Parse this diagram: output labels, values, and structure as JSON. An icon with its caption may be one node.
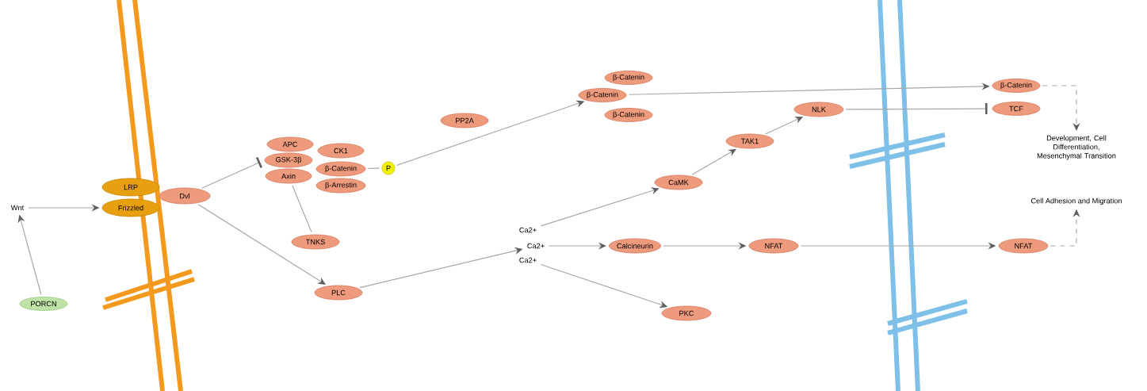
{
  "diagram": {
    "nodes": [
      {
        "text": [
          "Wnt"
        ]
      },
      {
        "text": [
          "PORCN"
        ]
      },
      {
        "text": [
          "LRP"
        ]
      },
      {
        "text": [
          "Frizzled"
        ]
      },
      {
        "text": [
          "Dvl"
        ]
      },
      {
        "text": [
          "APC"
        ]
      },
      {
        "text": [
          "GSK-3β"
        ]
      },
      {
        "text": [
          "Axin"
        ]
      },
      {
        "text": [
          "CK1"
        ]
      },
      {
        "text": [
          "β-Catenin"
        ]
      },
      {
        "text": [
          "β-Arrestin"
        ]
      },
      {
        "text": [
          "P"
        ]
      },
      {
        "text": [
          "TNKS"
        ]
      },
      {
        "text": [
          "PP2A"
        ]
      },
      {
        "text": [
          "β-Catenin"
        ]
      },
      {
        "text": [
          "β-Catenin"
        ]
      },
      {
        "text": [
          "β-Catenin"
        ]
      },
      {
        "text": [
          "PLC"
        ]
      },
      {
        "text": [
          "Ca2+"
        ]
      },
      {
        "text": [
          "Ca2+"
        ]
      },
      {
        "text": [
          "Ca2+"
        ]
      },
      {
        "text": [
          "CaMK"
        ]
      },
      {
        "text": [
          "TAK1"
        ]
      },
      {
        "text": [
          "NLK"
        ]
      },
      {
        "text": [
          "Calcineurin"
        ]
      },
      {
        "text": [
          "NFAT"
        ]
      },
      {
        "text": [
          "PKC"
        ]
      },
      {
        "text": [
          "β-Catenin"
        ]
      },
      {
        "text": [
          "TCF"
        ]
      },
      {
        "text": [
          "Development, Cell Differentiation, Mesenchymal Transition"
        ]
      },
      {
        "text": [
          "Cell Adhesion and Migration"
        ]
      },
      {
        "text": [
          "NFAT"
        ]
      }
    ],
    "edges": [
      {
        "from": 1,
        "to": 0,
        "arrow": "to"
      },
      {
        "from": 0,
        "to": 3,
        "arrow": "to"
      },
      {
        "from": 4,
        "to": 6,
        "arrow": "other"
      },
      {
        "from": 4,
        "to": 17,
        "arrow": "to"
      },
      {
        "from": 7,
        "to": 12,
        "arrow": "none"
      },
      {
        "from": 9,
        "to": 11,
        "arrow": "none"
      },
      {
        "from": 11,
        "to": 15,
        "arrow": "to"
      },
      {
        "from": 17,
        "to": 19,
        "arrow": "to"
      },
      {
        "from": 18,
        "to": 21,
        "arrow": "to"
      },
      {
        "from": 19,
        "to": 24,
        "arrow": "to"
      },
      {
        "from": 20,
        "to": 26,
        "arrow": "to"
      },
      {
        "from": 21,
        "to": 22,
        "arrow": "to"
      },
      {
        "from": 22,
        "to": 23,
        "arrow": "to"
      },
      {
        "from": 15,
        "to": 27,
        "arrow": "to"
      },
      {
        "from": 23,
        "to": 28,
        "arrow": "other"
      },
      {
        "from": 24,
        "to": 25,
        "arrow": "to"
      },
      {
        "from": 25,
        "to": 31,
        "arrow": "to"
      },
      {
        "from": 27,
        "to": 29,
        "arrow": "to",
        "style": "dashed"
      },
      {
        "from": 31,
        "to": 30,
        "arrow": "to",
        "style": "dashed"
      }
    ]
  }
}
